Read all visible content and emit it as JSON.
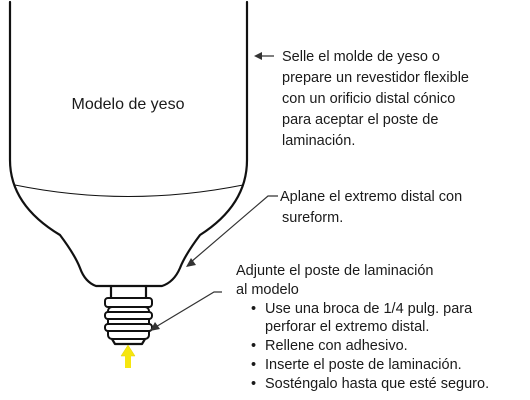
{
  "model_label": "Modelo de yeso",
  "callout_seal": {
    "lines": [
      "Selle el molde de yeso o",
      "prepare un revestidor flexible",
      "con un orificio distal cónico",
      "para aceptar el poste de",
      "laminación."
    ]
  },
  "callout_flatten": {
    "lines": [
      "Aplane el extremo distal con",
      "sureform."
    ]
  },
  "callout_attach": {
    "lines": [
      "Adjunte el poste de laminación",
      "al modelo"
    ],
    "bullet_symbol": "•",
    "bullets": [
      [
        "Use una broca de 1/4 pulg. para",
        "perforar el extremo distal."
      ],
      [
        "Rellene con adhesivo."
      ],
      [
        "Inserte el poste de laminación."
      ],
      [
        "Sosténgalo hasta que esté seguro."
      ]
    ]
  },
  "colors": {
    "outline": "#111111",
    "text": "#1a1a1a",
    "post_fill": "#ffffff",
    "arrow_yellow": "#f6e60f"
  },
  "icons": {
    "upward_arrow": "arrow-up-icon"
  }
}
